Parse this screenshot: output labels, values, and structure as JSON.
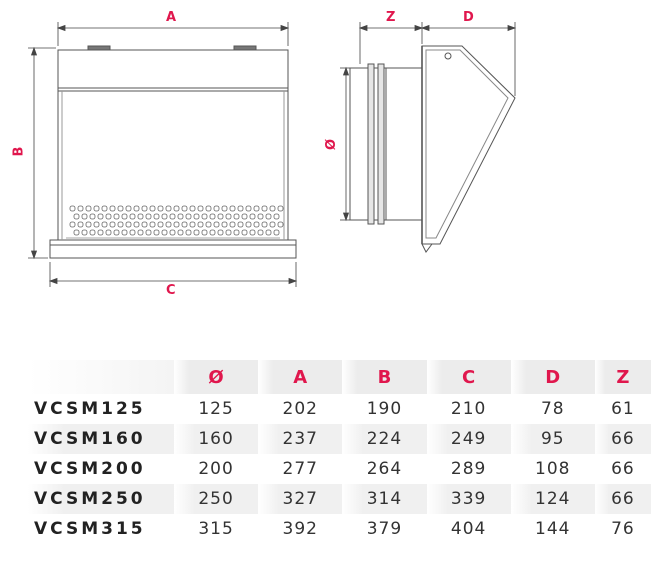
{
  "dimension_labels": {
    "a": "A",
    "b": "B",
    "c": "C",
    "z": "Z",
    "d": "D",
    "diameter": "Ø"
  },
  "table": {
    "headers": [
      "",
      "Ø",
      "A",
      "B",
      "C",
      "D",
      "Z"
    ],
    "rows": [
      [
        "VCSM125",
        "125",
        "202",
        "190",
        "210",
        "78",
        "61"
      ],
      [
        "VCSM160",
        "160",
        "237",
        "224",
        "249",
        "95",
        "66"
      ],
      [
        "VCSM200",
        "200",
        "277",
        "264",
        "289",
        "108",
        "66"
      ],
      [
        "VCSM250",
        "250",
        "327",
        "314",
        "339",
        "124",
        "66"
      ],
      [
        "VCSM315",
        "315",
        "392",
        "379",
        "404",
        "144",
        "76"
      ]
    ]
  },
  "colors": {
    "accent": "#e0174d",
    "line": "#555555"
  }
}
